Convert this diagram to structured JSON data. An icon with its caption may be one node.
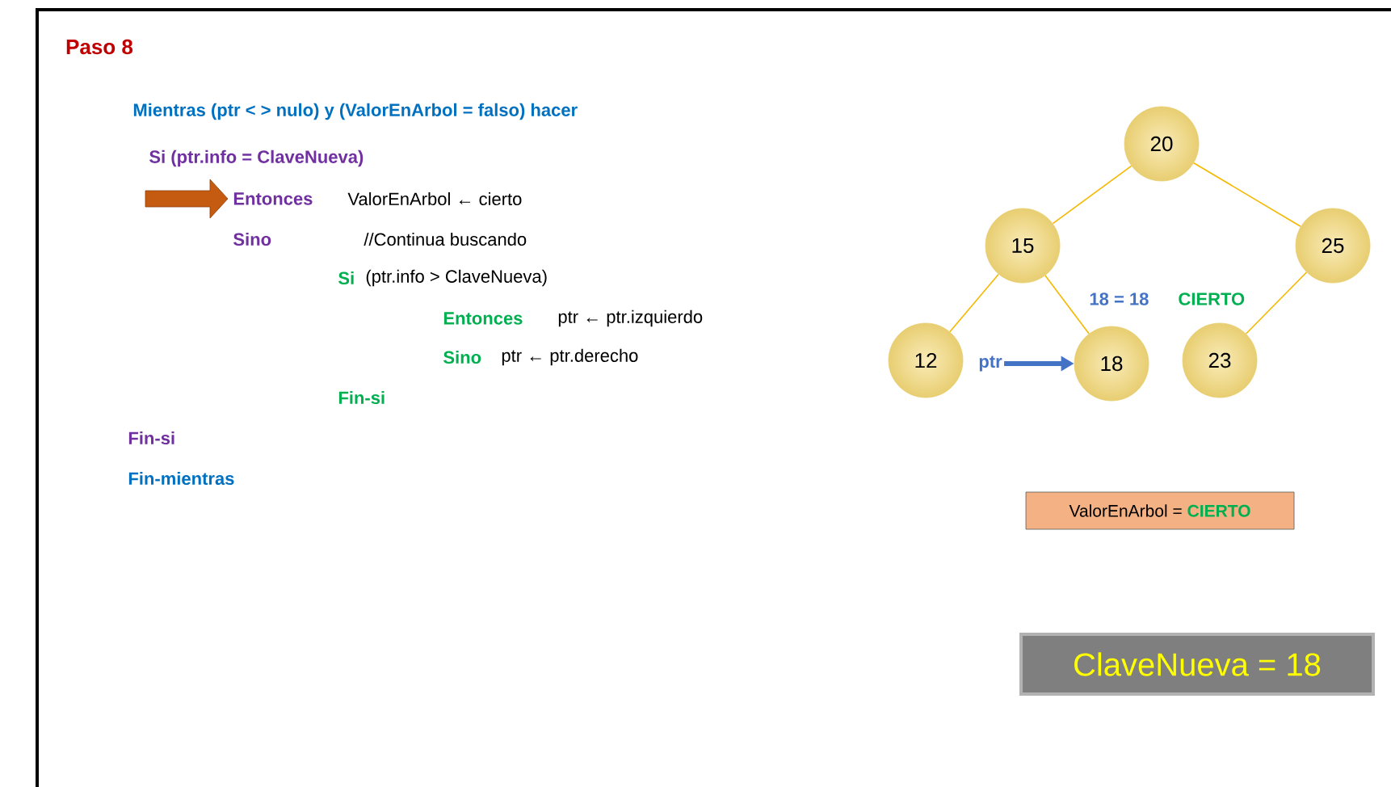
{
  "diagram": {
    "title": "Paso 8",
    "nodes": [
      {
        "text": [
          "20"
        ]
      },
      {
        "text": [
          "15"
        ]
      },
      {
        "text": [
          "25"
        ]
      },
      {
        "text": [
          "12"
        ]
      },
      {
        "text": [
          "ptr"
        ]
      },
      {
        "text": [
          "18"
        ]
      },
      {
        "text": [
          "23"
        ]
      },
      {
        "text": [
          "ValorEnArbol =",
          "CIERTO"
        ]
      },
      {
        "text": [
          "ClaveNueva =  18"
        ]
      }
    ],
    "edges": [
      {
        "from": 0,
        "to": 1,
        "arrow": "none"
      },
      {
        "from": 0,
        "to": 2,
        "arrow": "none"
      },
      {
        "from": 1,
        "to": 3,
        "arrow": "none"
      },
      {
        "from": 1,
        "to": 5,
        "arrow": "none"
      },
      {
        "from": 2,
        "to": 6,
        "arrow": "none"
      },
      {
        "from": 4,
        "to": 5,
        "arrow": "to",
        "style": "thick",
        "color": "#4472c4"
      }
    ],
    "labels": [
      "Mientras (ptr < > nulo) y (ValorEnArbol = falso) hacer",
      "Si (ptr.info = ClaveNueva)",
      "Entonces",
      "ValorEnArbol ← cierto",
      "Sino",
      "//Continua buscando",
      "Si",
      "(ptr.info > ClaveNueva)",
      "Entonces",
      "ptr ← ptr.izquierdo",
      "Sino",
      "ptr ← ptr.derecho",
      "Fin-si",
      "Fin-si",
      "Fin-mientras",
      "18 = 18",
      "CIERTO"
    ]
  }
}
